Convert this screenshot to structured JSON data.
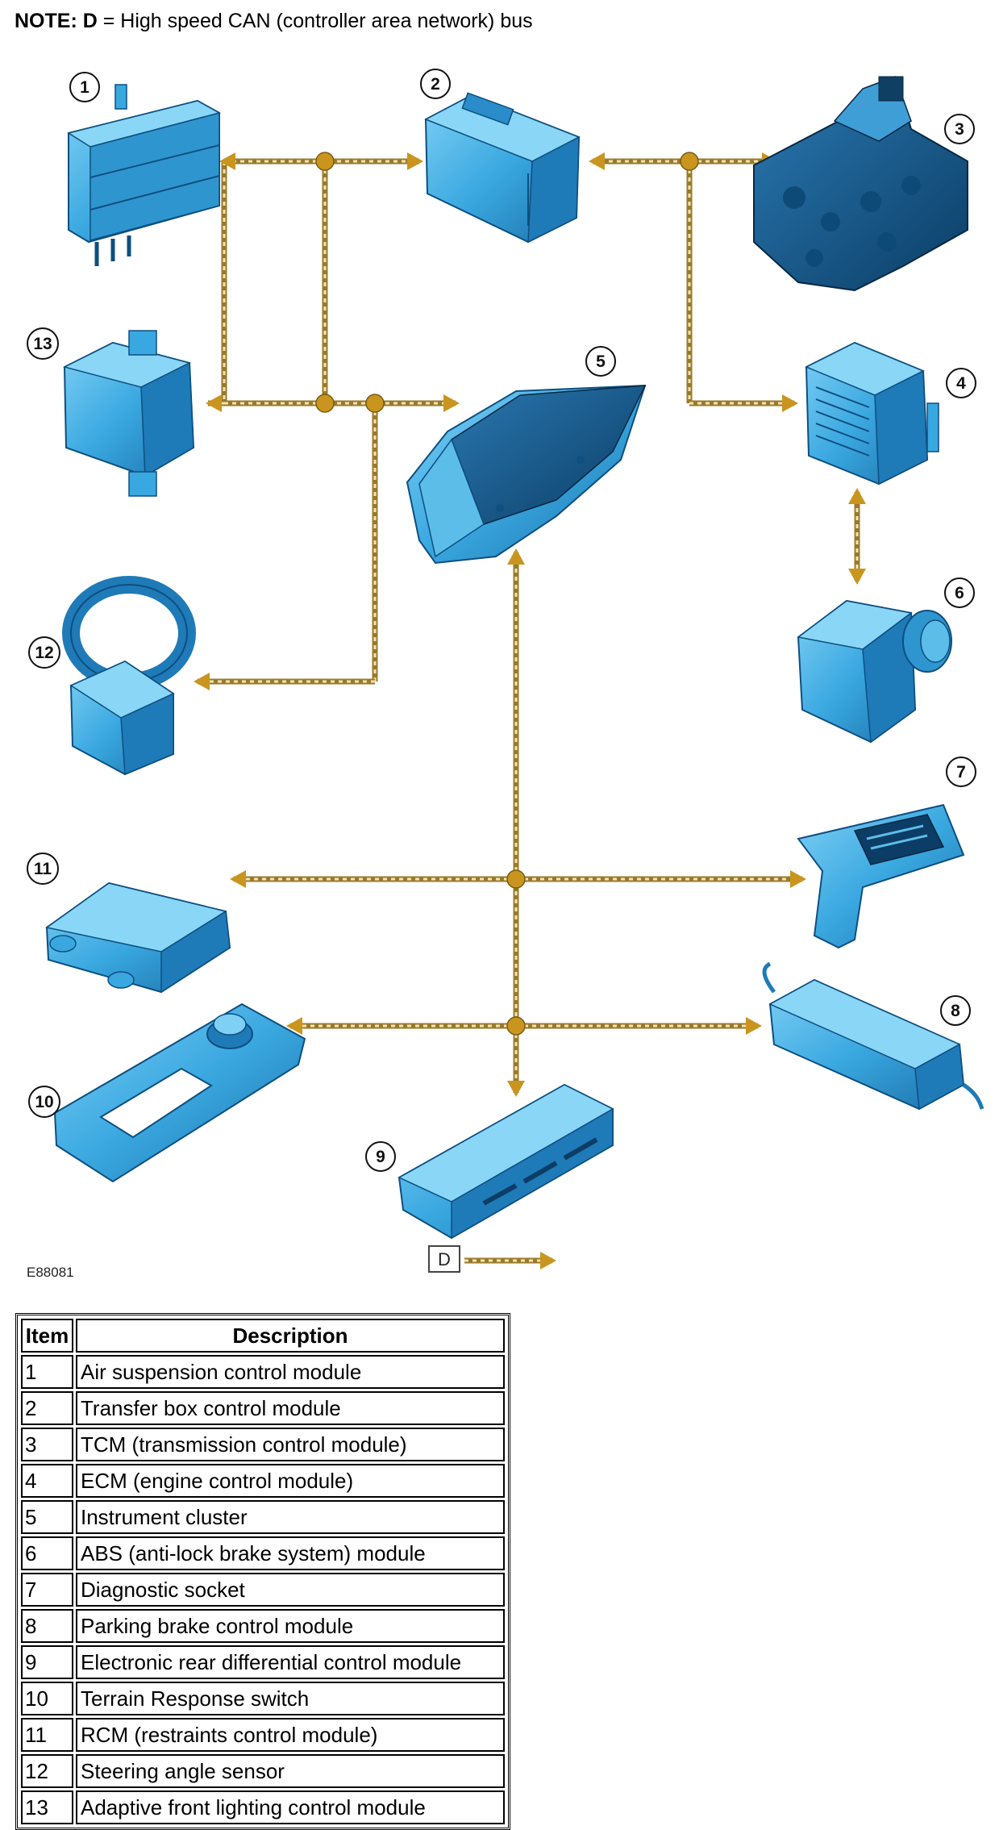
{
  "note": {
    "prefix": "NOTE:",
    "key": "D",
    "text": " = High speed CAN (controller area network) bus"
  },
  "figure_id": "E88081",
  "bus_label": "D",
  "colors": {
    "component_fill": "#3aa8e0",
    "component_dark": "#1c6fa8",
    "component_light": "#7fd0f5",
    "bus_stroke": "#9a7a2a",
    "bus_dash": "#f3e4b5",
    "node_fill": "#c9951e",
    "arrow_fill": "#c9951e"
  },
  "callouts": [
    "1",
    "2",
    "3",
    "4",
    "5",
    "6",
    "7",
    "8",
    "9",
    "10",
    "11",
    "12",
    "13"
  ],
  "legend": {
    "headers": {
      "item": "Item",
      "description": "Description"
    },
    "rows": [
      {
        "item": "1",
        "description": "Air suspension control module"
      },
      {
        "item": "2",
        "description": "Transfer box control module"
      },
      {
        "item": "3",
        "description": "TCM (transmission control module)"
      },
      {
        "item": "4",
        "description": "ECM (engine control module)"
      },
      {
        "item": "5",
        "description": "Instrument cluster"
      },
      {
        "item": "6",
        "description": "ABS (anti-lock brake system) module"
      },
      {
        "item": "7",
        "description": "Diagnostic socket"
      },
      {
        "item": "8",
        "description": "Parking brake control module"
      },
      {
        "item": "9",
        "description": "Electronic rear differential control module"
      },
      {
        "item": "10",
        "description": "Terrain Response switch"
      },
      {
        "item": "11",
        "description": "RCM (restraints control module)"
      },
      {
        "item": "12",
        "description": "Steering angle sensor"
      },
      {
        "item": "13",
        "description": "Adaptive front lighting control module"
      }
    ]
  }
}
